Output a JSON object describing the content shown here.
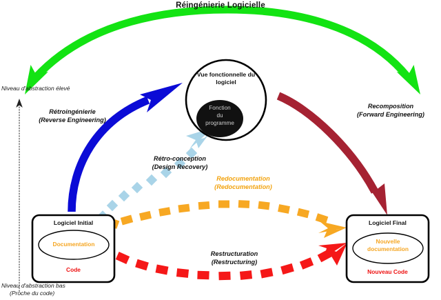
{
  "diagram": {
    "title": "Réingénierie Logicielle",
    "axis": {
      "high_label": "Niveau d'abstraction élevé",
      "low_label_line1": "Niveau d'abstraction bas",
      "low_label_line2": "(Proche du code)"
    },
    "center_node": {
      "outer_line1": "Vue fonctionnelle du",
      "outer_line2": "logiciel",
      "inner_line1": "Fonction",
      "inner_line2": "du",
      "inner_line3": "programme"
    },
    "left_box": {
      "title": "Logiciel Initial",
      "documentation": "Documentation",
      "code": "Code"
    },
    "right_box": {
      "title": "Logiciel Final",
      "documentation_line1": "Nouvelle",
      "documentation_line2": "documentation",
      "code": "Nouveau Code"
    },
    "arrows": [
      {
        "id": "reengineering-arc",
        "label": "",
        "color": "#13E313",
        "style": "solid-double"
      },
      {
        "id": "reverse-engineering",
        "label_fr": "Rétroingénierie",
        "label_en": "(Reverse Engineering)",
        "color": "#0B0BD6",
        "style": "solid"
      },
      {
        "id": "design-recovery",
        "label_fr": "Rétro-conception",
        "label_en": "(Design Recovery)",
        "color": "#A9D4E8",
        "style": "dashed"
      },
      {
        "id": "forward-engineering",
        "label_fr": "Recomposition",
        "label_en": "(Forward Engineering)",
        "color": "#A52232",
        "style": "solid"
      },
      {
        "id": "redocumentation",
        "label_fr": "Redocumentation",
        "label_en": "(Redocumentation)",
        "color": "#F7A823",
        "style": "dashed"
      },
      {
        "id": "restructuring",
        "label_fr": "Restructuration",
        "label_en": "(Restructuring)",
        "color": "#F51818",
        "style": "dashed"
      }
    ],
    "colors": {
      "green": "#13E313",
      "blue": "#0B0BD6",
      "light_blue": "#A9D4E8",
      "dark_red": "#A52232",
      "orange": "#F7A823",
      "red": "#F51818",
      "black": "#000000",
      "doc_orange": "#F5A623",
      "code_red": "#EE1111"
    }
  }
}
